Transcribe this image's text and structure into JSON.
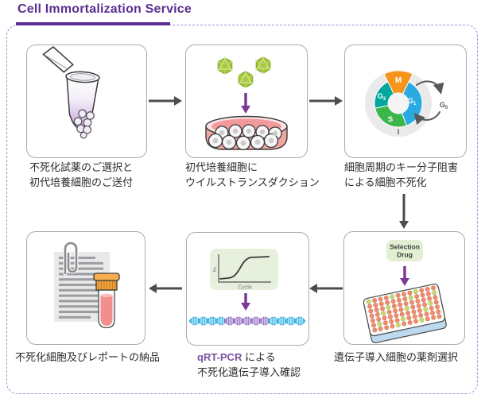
{
  "title": "Cell Immortalization Service",
  "steps": [
    {
      "icon": "microtube-icon",
      "caption": [
        "不死化試薬のご選択と",
        "初代培養細胞のご送付"
      ]
    },
    {
      "icon": "virus-petri-dish-icon",
      "caption": [
        "初代培養細胞に",
        "ウイルストランスダクション"
      ]
    },
    {
      "icon": "cell-cycle-diagram",
      "caption": [
        "細胞周期のキー分子阻害",
        "による細胞不死化"
      ]
    },
    {
      "icon": "well-plate-icon",
      "caption": [
        "遺伝子導入細胞の薬剤選択"
      ]
    },
    {
      "icon": "qpcr-dna-icon",
      "caption_en": "qRT-PCR",
      "caption": [
        " による",
        "不死化遺伝子導入確認"
      ]
    },
    {
      "icon": "report-vial-icon",
      "caption": [
        "不死化細胞及びレポートの納品"
      ]
    }
  ],
  "cell_cycle": {
    "phases": [
      {
        "label": "M",
        "sub": "",
        "color": "#F7941E"
      },
      {
        "label": "G",
        "sub": "1",
        "color": "#29ABE2"
      },
      {
        "label": "S",
        "sub": "",
        "color": "#3CB54A"
      },
      {
        "label": "G",
        "sub": "2",
        "color": "#00A79D"
      },
      {
        "label": "G",
        "sub": "0"
      },
      {
        "label": "I",
        "sub": ""
      }
    ]
  },
  "selection_drug": {
    "line1": "Selection",
    "line2": "Drug"
  },
  "pcr_plot": {
    "xlabel": "Cycle",
    "ylabel": "Rn"
  },
  "plate": {
    "rows": 7,
    "cols": 12
  },
  "dna": {
    "pattern": "ccccpppppcccc"
  },
  "colors": {
    "title_purple": "#5B2F91",
    "panel_border": "#9C8ECF",
    "box_border": "#A8AAAD",
    "arrow_gray": "#4D4D4D",
    "arrow_purple": "#7C3A96",
    "caption_text": "#2B2B2B",
    "phase_m": "#F7941E",
    "phase_g1": "#29ABE2",
    "phase_s": "#3CB54A",
    "phase_g2": "#00A79D",
    "virus_green": "#A6C93C",
    "dish_pink": "#F2A6A2",
    "selection_bg": "#E3EFD3",
    "plot_bg": "#E6F0DC",
    "well_red": "#EE8E70",
    "well_green": "#C8DB6E",
    "dna_cyan": "#55C1ED",
    "dna_purple": "#A585CE",
    "tube_purple": "#C4A3DC",
    "vial_cap_orange": "#F0A13E",
    "vial_liquid_pink": "#F28E8E",
    "paper_gray": "#E9E9E9",
    "paper_line_gray": "#9C9EA1"
  }
}
